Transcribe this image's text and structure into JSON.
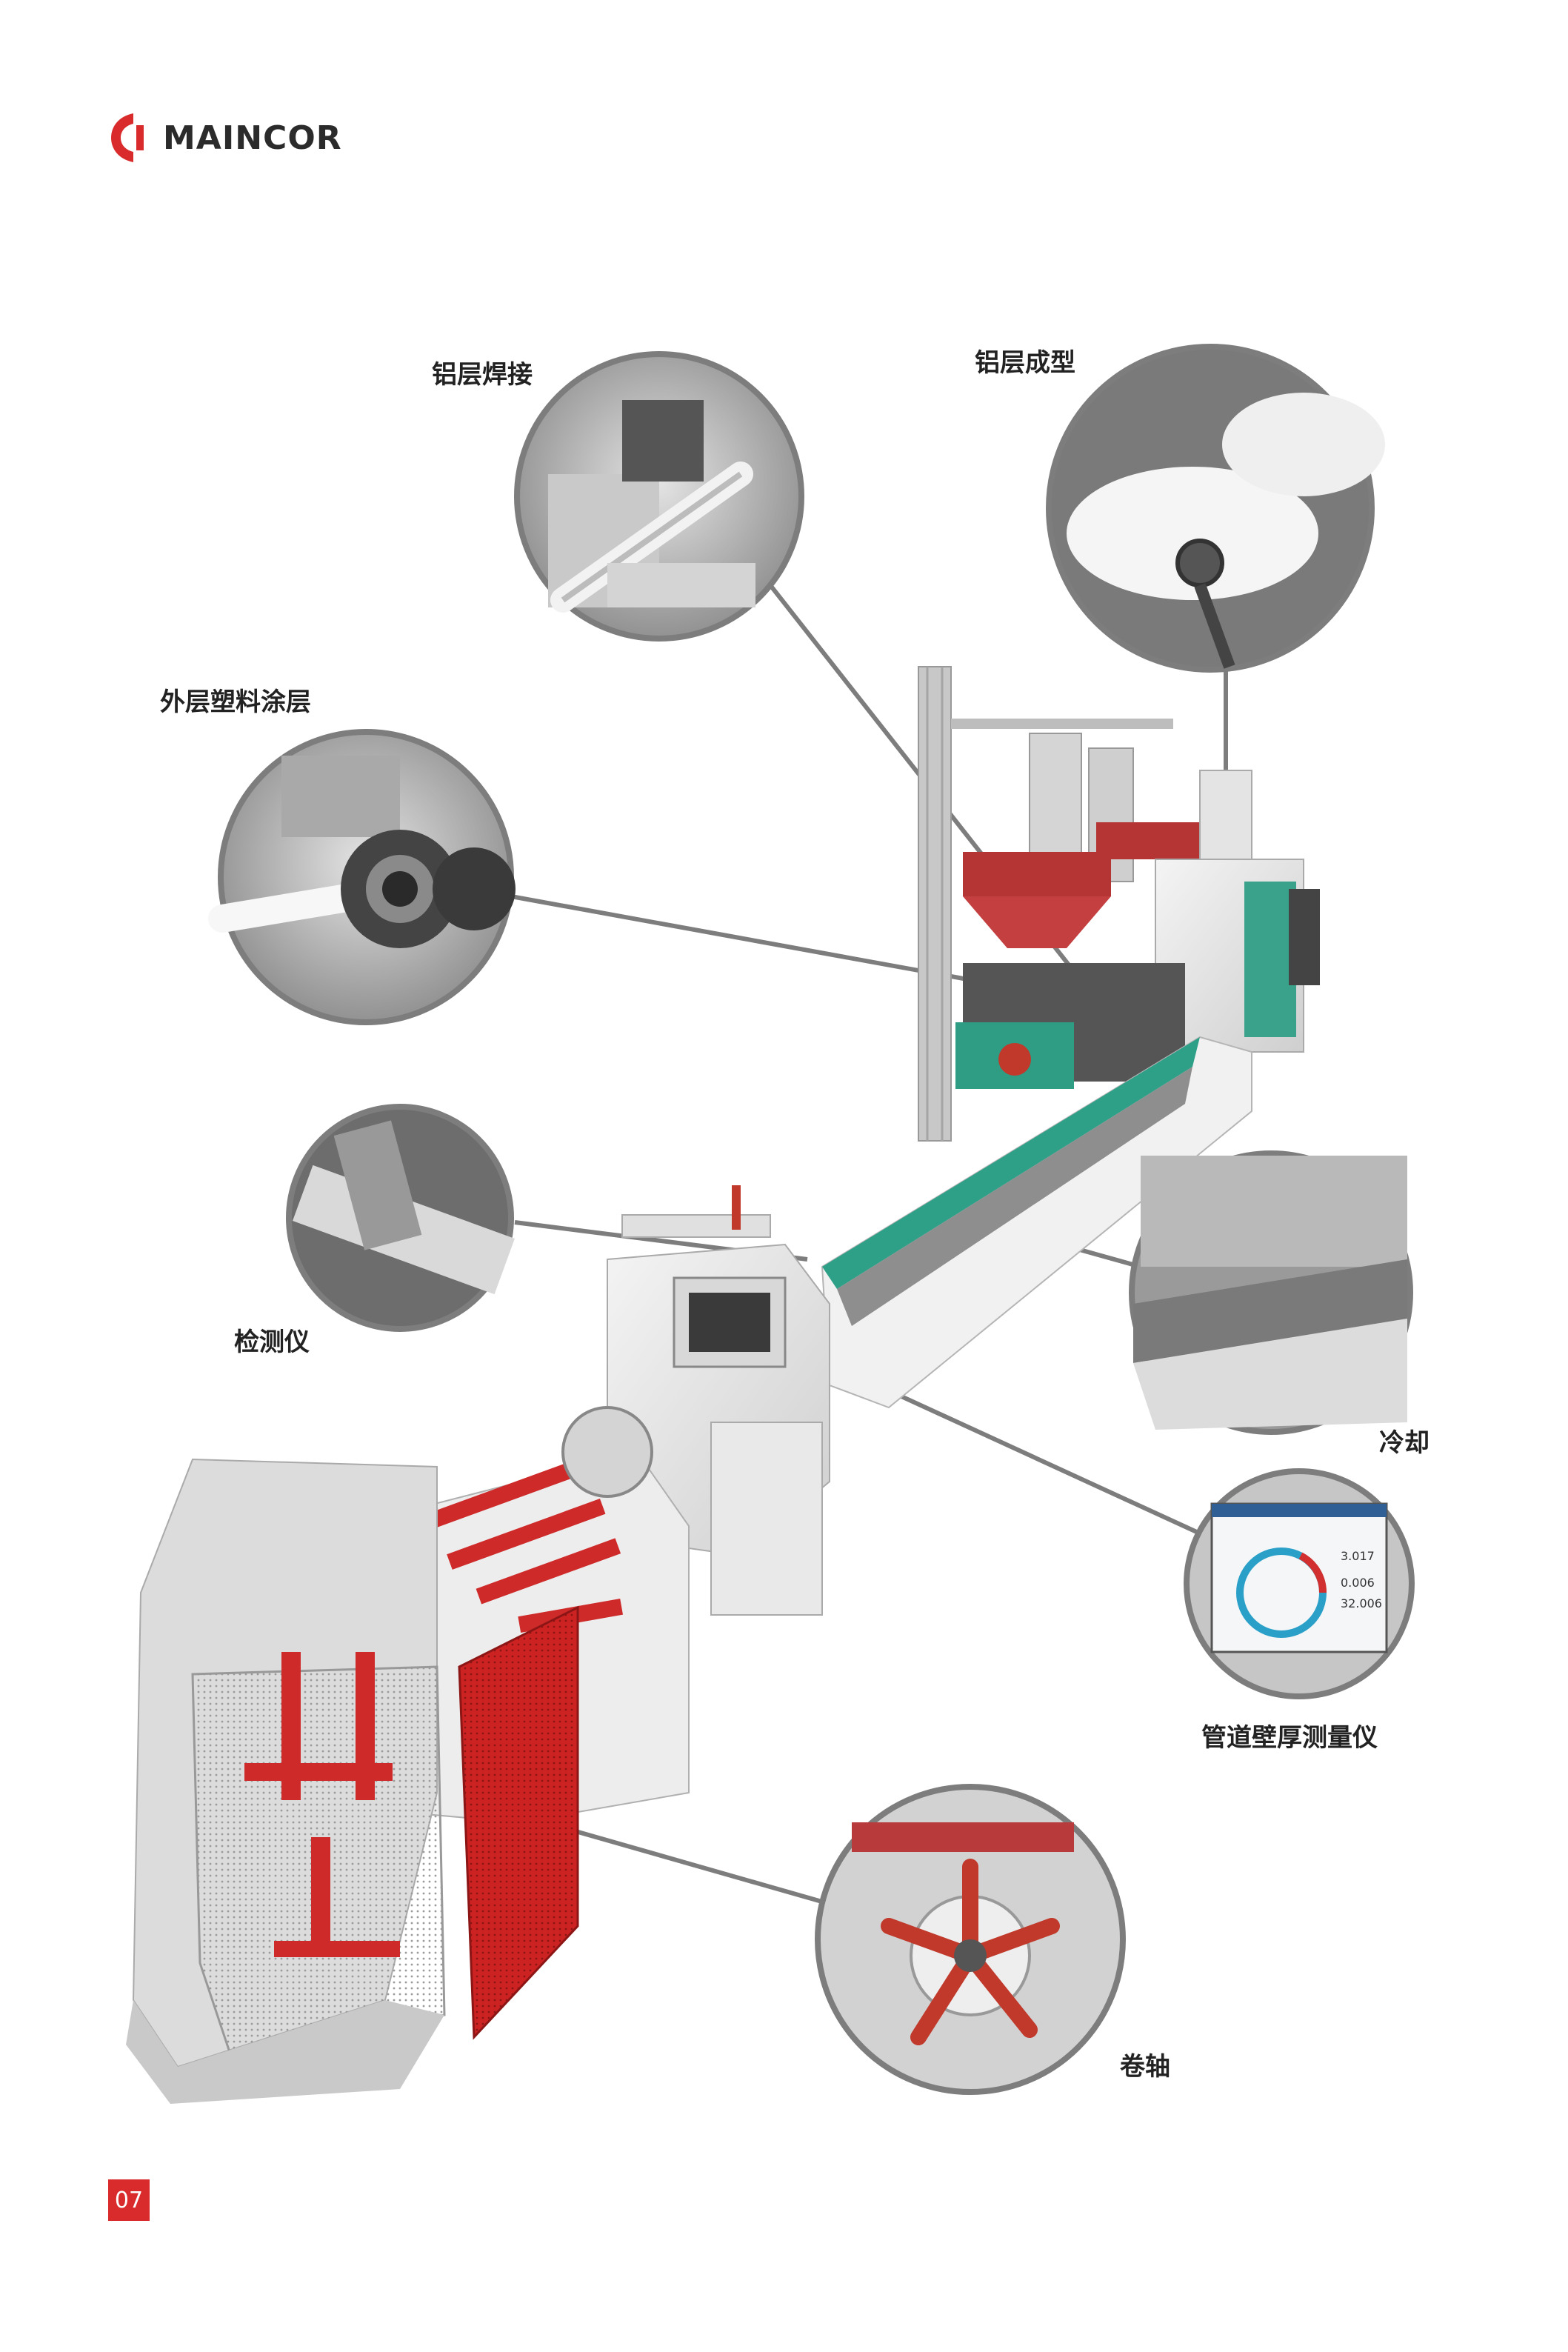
{
  "brand": {
    "name": "MAINCOR",
    "color": "#d92b2b"
  },
  "callouts": {
    "aluminum_welding": "铝层焊接",
    "aluminum_forming": "铝层成型",
    "outer_coating": "外层塑料涂层",
    "detector": "检测仪",
    "cooling": "冷却",
    "wall_thickness_gauge": "管道壁厚测量仪",
    "reel": "卷轴"
  },
  "gauge_screen": {
    "reading_1": "3.017",
    "reading_2": "0.006",
    "reading_3": "32.006"
  },
  "page": {
    "number": "07"
  }
}
